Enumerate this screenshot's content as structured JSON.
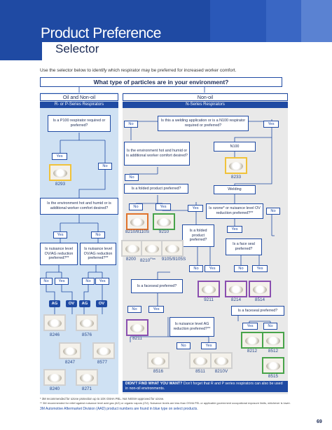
{
  "header": {
    "title_line1": "Product Preference",
    "title_line2": "Selector"
  },
  "intro": "Use the selector below to identify which respirator may be preferred for increased worker comfort.",
  "main_question": "What type of particles are in your environment?",
  "left_column": {
    "title": "Oil and Non-oil",
    "subtitle": "R- or P-Series Respirators",
    "q_p100": "Is a P100 respirator required or preferred?",
    "q_hot_humid": "Is the environment hot and humid or is additional worker comfort desired?",
    "q_nuisance_left": "Is nuisance level OV/AG reduction preferred?**",
    "q_nuisance_right": "Is nuisance level OV/AG reduction preferred?**",
    "yes": "Yes",
    "no": "No",
    "ag": "AG",
    "ov": "OV",
    "products": {
      "p8293": "8293",
      "p8246": "8246",
      "p8576": "8576",
      "p8247": "8247",
      "p8577": "8577",
      "p8240": "8240",
      "p8271": "8271"
    }
  },
  "right_column": {
    "title": "Non-oil",
    "subtitle": "N-Series Respirators",
    "q_welding": "Is this a welding application or is a N100 respirator required or preferred?",
    "q_env": "Is the environment hot and humid or is additional worker comfort desired?",
    "q_folded": "Is a folded product preferred?",
    "q_folded2": "Is a folded product preferred?",
    "q_ozone": "Is ozone* or nuisance level OV reduction preferred?**",
    "q_face_seal": "Is a face seal preferred?",
    "q_faceseal2": "Is a faceseal preferred?",
    "q_faceseal3": "Is a faceseal preferred?",
    "q_ag": "Is nuisance level AG reduction preferred?**",
    "n100": "N100",
    "welding": "Welding",
    "yes": "Yes",
    "no": "No",
    "products": {
      "p8233": "8233",
      "p8210_8110s": "8210/8110S",
      "p9210": "9210",
      "p8200": "8200",
      "p8210plus": "8210",
      "p8210plus_sup": "Plus",
      "p9105": "9105/9105S",
      "p9211": "9211",
      "p8214": "8214",
      "p8514": "8514",
      "p8211": "8211",
      "p8212": "8212",
      "p8512": "8512",
      "p8516": "8516",
      "p8511": "8511",
      "p8210v": "8210V",
      "p8515": "8515"
    }
  },
  "callout": {
    "bold": "DIDN'T FIND WHAT YOU WANT?",
    "text": "Don't forget that R and P series respirators can also be used in non-oil environments."
  },
  "footnotes": {
    "f1": "* 3M recommended for ozone protection up to 10X OSHA PEL. Not NIOSH approved for ozone.",
    "f2": "** 3M recommended for relief against nuisance level acid gas (AG) or organic vapors (OV). Nuisance levels are less than OSHA PEL or applicable government occupational exposure limits, whichever is lower.",
    "f3": "3M Automotive Aftermarket Division (AAD) product numbers are found in blue type on select products."
  },
  "page_number": "69",
  "colors": {
    "header_blue": "#1f4aa3",
    "header_dark": "#163a86",
    "left_panel": "#cfe1f3",
    "right_panel": "#e9e9e9",
    "title_text": "#ffffff"
  }
}
